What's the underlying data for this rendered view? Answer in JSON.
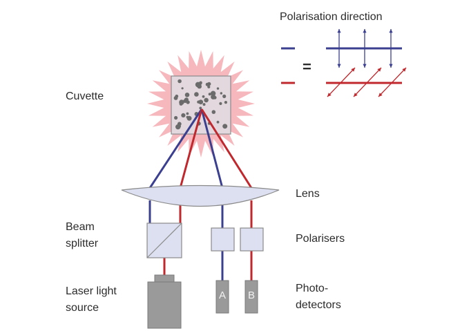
{
  "legend": {
    "title": "Polarisation direction",
    "equals": "="
  },
  "labels": {
    "cuvette": "Cuvette",
    "lens": "Lens",
    "beam_splitter_line1": "Beam",
    "beam_splitter_line2": "splitter",
    "polarisers": "Polarisers",
    "laser_line1": "Laser light",
    "laser_line2": "source",
    "photodetectors_line1": "Photo-",
    "photodetectors_line2": "detectors"
  },
  "detectors": {
    "a": "A",
    "b": "B"
  },
  "colors": {
    "blue_beam": "#3b3f8f",
    "red_beam": "#c0282d",
    "glow": "#f6b8bd",
    "lens_fill": "#dde0f0",
    "component_fill": "#dde0f0",
    "source_fill": "#9a9a9a"
  }
}
